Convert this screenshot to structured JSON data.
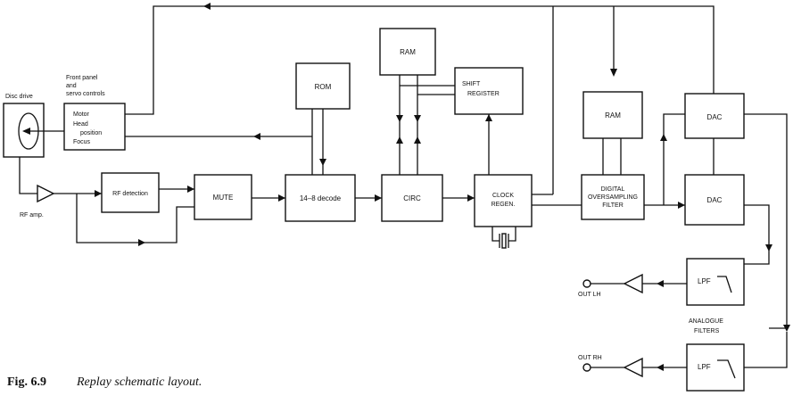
{
  "labels": {
    "disc_drive": "Disc drive",
    "front_panel_1": "Front panel",
    "front_panel_2": "and",
    "front_panel_3": "servo controls",
    "motor": "Motor",
    "head": "Head",
    "position": "position",
    "focus": "Focus",
    "rf_amp": "RF amp.",
    "rf_detection": "RF detection",
    "mute": "MUTE",
    "rom": "ROM",
    "decode": "14–8 decode",
    "ram_top": "RAM",
    "circ": "CIRC",
    "shift_1": "SHIFT",
    "shift_2": "REGISTER",
    "clock_1": "CLOCK",
    "clock_2": "REGEN.",
    "ram_right": "RAM",
    "dof_1": "DIGITAL",
    "dof_2": "OVERSAMPLING",
    "dof_3": "FILTER",
    "dac_top": "DAC",
    "dac_bottom": "DAC",
    "lpf_top": "LPF",
    "lpf_bottom": "LPF",
    "out_lh": "OUT LH",
    "out_rh": "OUT RH",
    "analogue_1": "ANALOGUE",
    "analogue_2": "FILTERS"
  },
  "caption": {
    "number": "Fig. 6.9",
    "title": "Replay schematic layout."
  }
}
